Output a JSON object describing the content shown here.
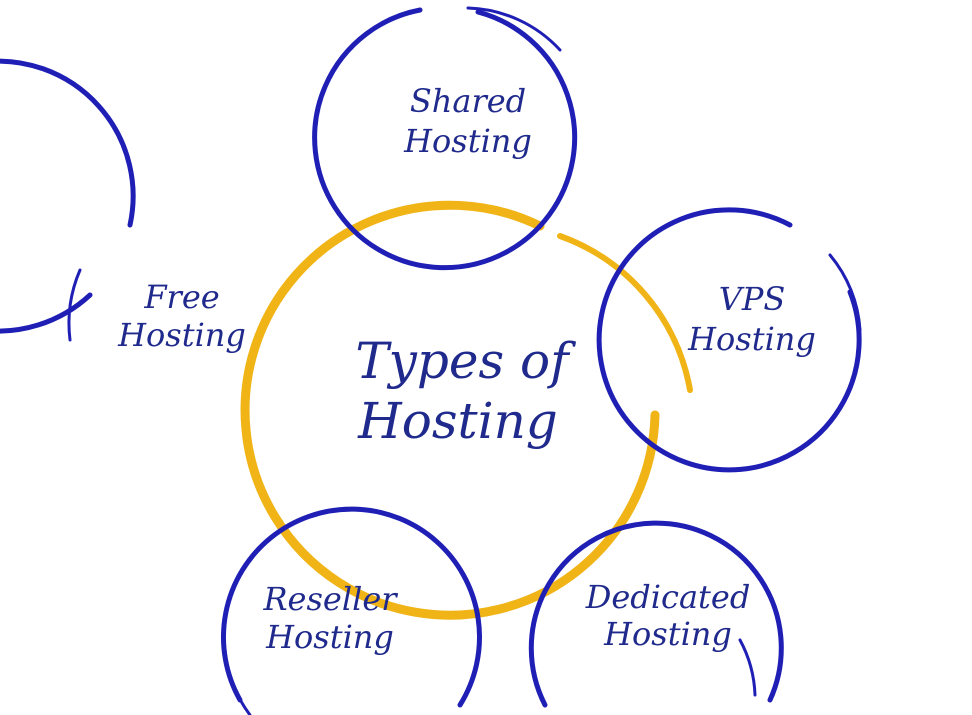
{
  "colors": {
    "ring_blue": "#1f1fb5",
    "ring_gold": "#f0b416",
    "text": "#1f2a8c",
    "background": "#ffffff"
  },
  "center": {
    "line1": "Types of",
    "line2": "Hosting"
  },
  "nodes": {
    "shared": {
      "line1": "Shared",
      "line2": "Hosting"
    },
    "vps": {
      "line1": "VPS",
      "line2": "Hosting"
    },
    "free": {
      "line1": "Free",
      "line2": "Hosting"
    },
    "reseller": {
      "line1": "Reseller",
      "line2": "Hosting"
    },
    "dedicated": {
      "line1": "Dedicated",
      "line2": "Hosting"
    }
  }
}
